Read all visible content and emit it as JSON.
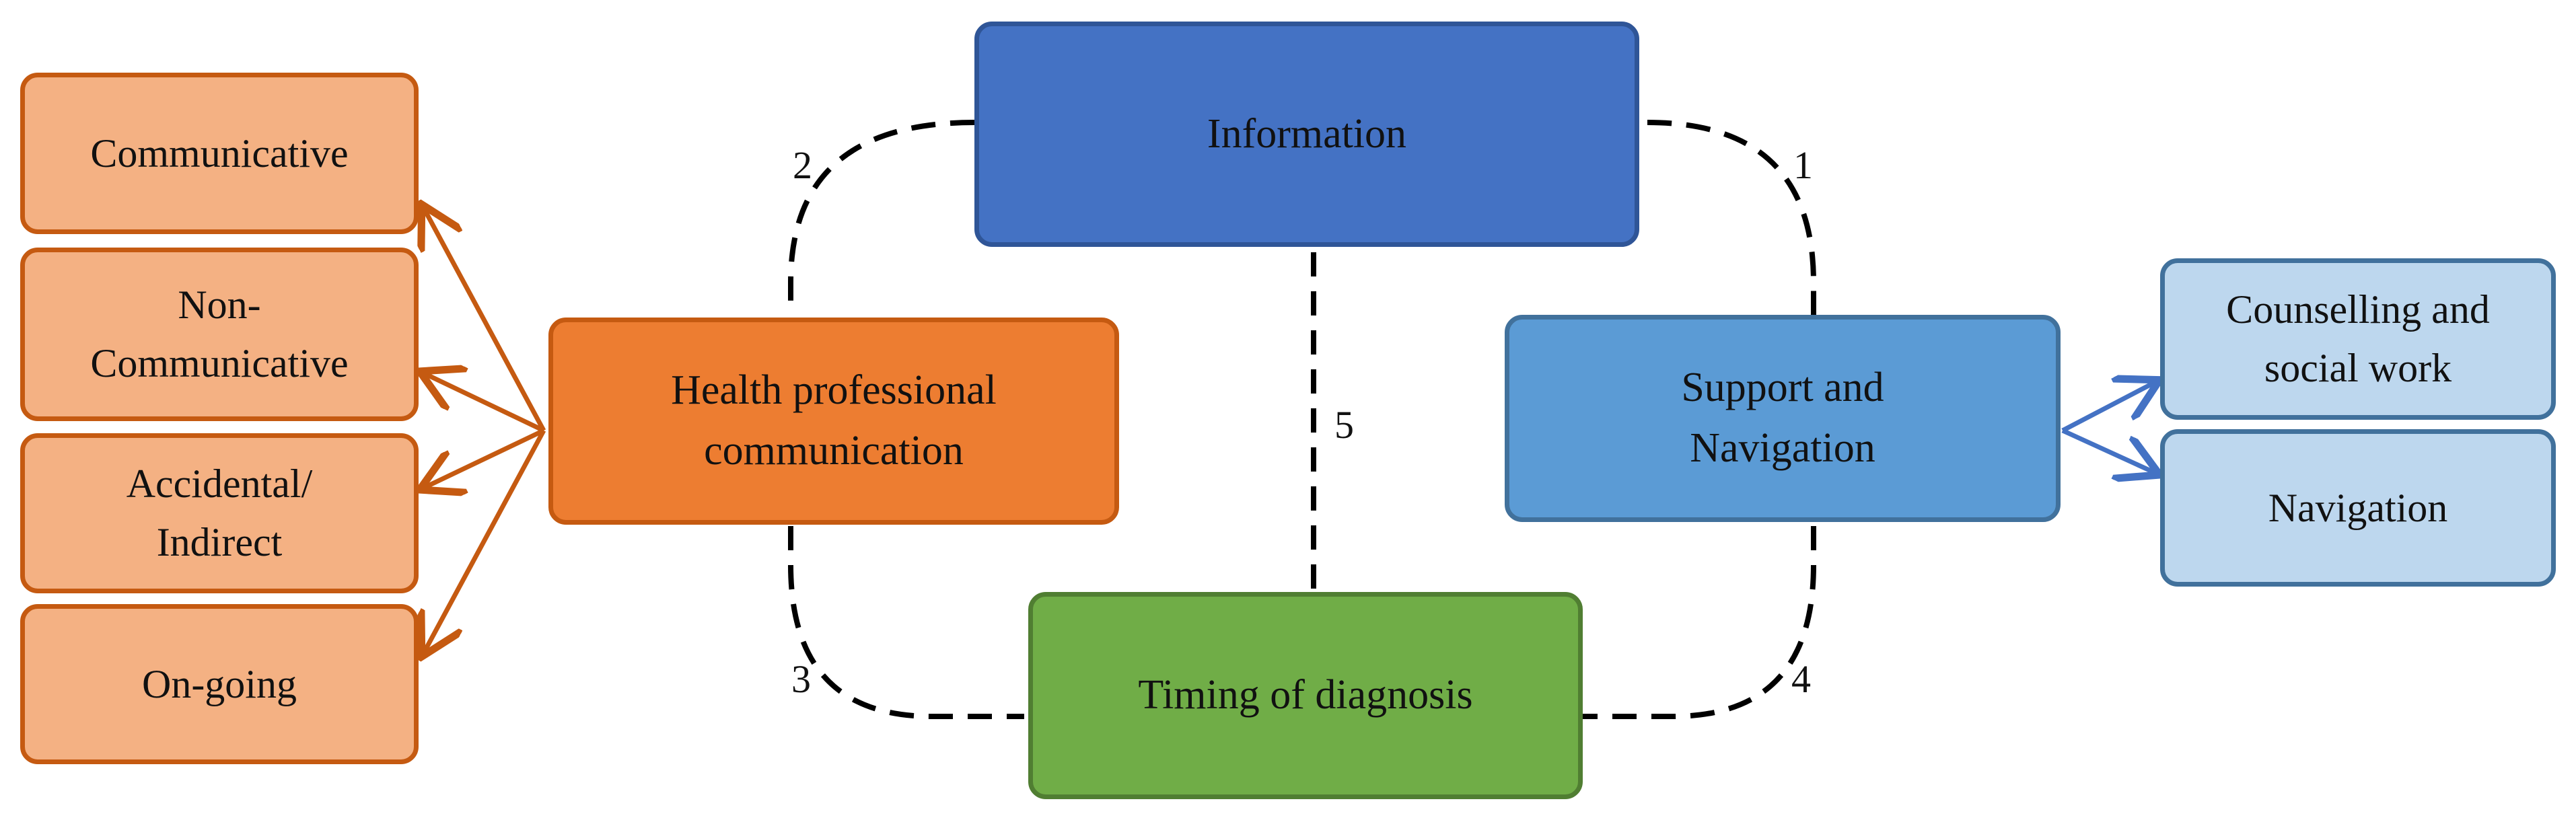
{
  "diagram": {
    "colors": {
      "information": "#4472C4",
      "health_professional": "#ED7D31",
      "orange_light": "#F4B183",
      "support": "#5B9BD5",
      "blue_light": "#BDD7EE",
      "timing": "#70AD47",
      "dashed_line": "#000000"
    },
    "center_nodes": {
      "information": "Information",
      "health_professional": "Health professional\ncommunication",
      "support_navigation": "Support and\nNavigation",
      "timing": "Timing of diagnosis"
    },
    "left_subnodes": [
      "Communicative",
      "Non-\nCommunicative",
      "Accidental/\nIndirect",
      "On-going"
    ],
    "right_subnodes": [
      "Counselling and\nsocial work",
      "Navigation"
    ],
    "link_labels": {
      "link1": "1",
      "link2": "2",
      "link3": "3",
      "link4": "4",
      "link5": "5"
    }
  }
}
